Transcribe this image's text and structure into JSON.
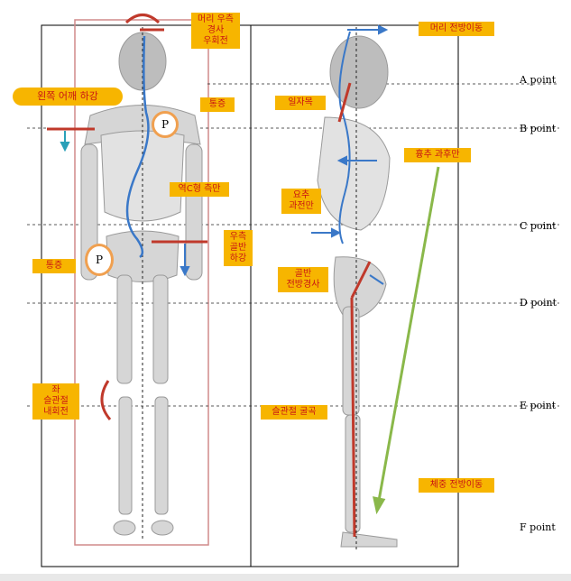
{
  "labels": {
    "head_tilt": "머리 우측\n경사\n우회전",
    "left_shoulder": "왼쪽 어깨 하강",
    "pain_upper": "통증",
    "reverse_scoliosis": "역C형 측만",
    "pelvis_drop": "우측\n골반\n하강",
    "pain_lower": "통증",
    "knee_rotation": "좌\n슬관절\n내회전",
    "head_forward": "머리 전방이동",
    "straight_neck": "일자목",
    "thoracic_kyphosis": "흉추 과후만",
    "lumbar_lordosis": "요추\n과전만",
    "pelvic_tilt": "골반\n전방경사",
    "knee_flexion": "슬관절 굴곡",
    "body_forward": "체중 전방이동"
  },
  "points": {
    "a": "A point",
    "b": "B point",
    "c": "C point",
    "d": "D point",
    "e": "E point",
    "f": "F point"
  },
  "markers": {
    "p_upper": "P",
    "p_lower": "P"
  },
  "colors": {
    "label_bg": "#f7b500",
    "label_text": "#c81414",
    "spine_blue": "#3a78c8",
    "red": "#c0392b",
    "green": "#8ab84a",
    "bone": "#d6d6d6"
  }
}
